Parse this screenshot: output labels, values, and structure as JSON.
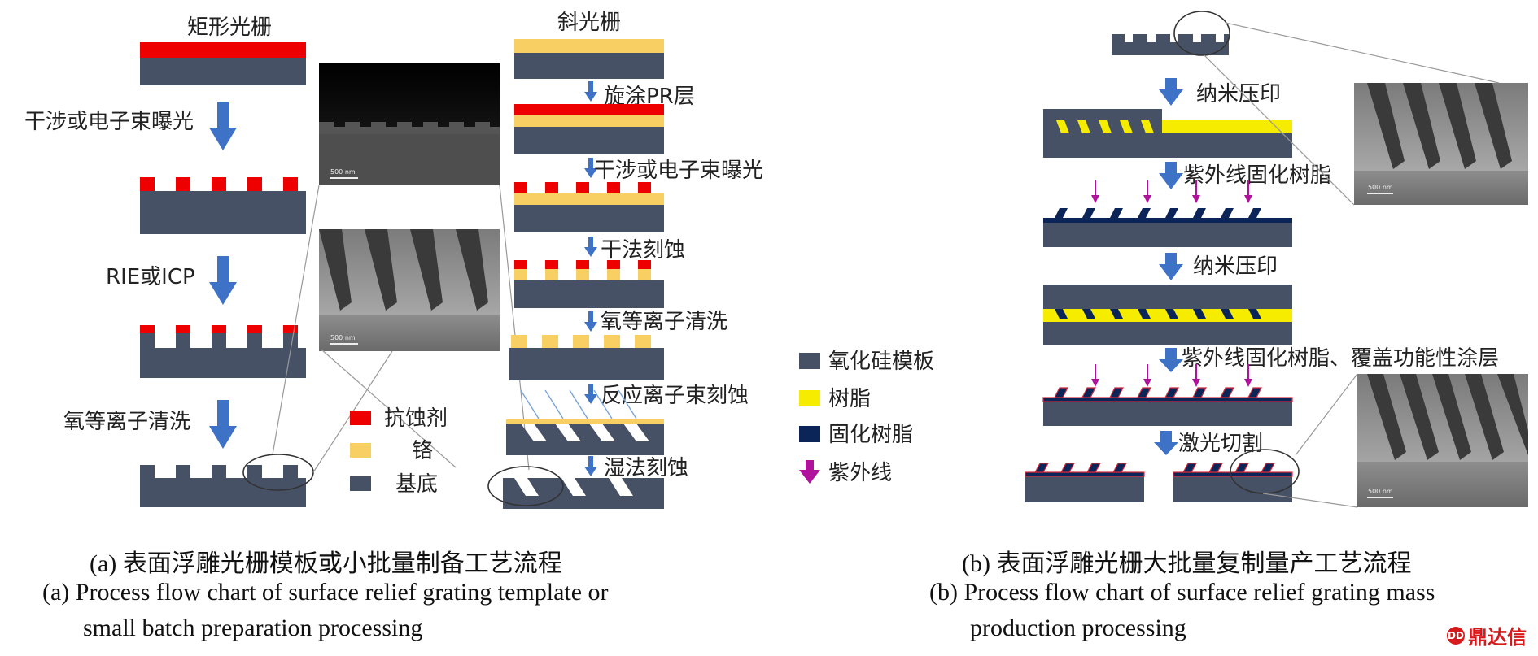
{
  "colors": {
    "substrate": "#465166",
    "resist": "#ee0000",
    "chrome": "#f7cf63",
    "resin": "#f6ec00",
    "cured_resin": "#0b2558",
    "uv": "#b0129b",
    "arrow": "#3d72c7"
  },
  "panel_a": {
    "rect_title": "矩形光栅",
    "slant_title": "斜光栅",
    "steps_rect": [
      "干涉或电子束曝光",
      "RIE或ICP",
      "氧等离子清洗"
    ],
    "steps_slant": [
      "旋涂PR层",
      "干涉或电子束曝光",
      "干法刻蚀",
      "氧等离子清洗",
      "反应离子束刻蚀",
      "湿法刻蚀"
    ],
    "legend": [
      "抗蚀剂",
      "铬",
      "基底"
    ],
    "sem_scale_1": "500 nm",
    "sem_scale_2": "500 nm",
    "caption_cn": "(a) 表面浮雕光栅模板或小批量制备工艺流程",
    "caption_en_1": "(a) Process flow chart of surface relief grating template or",
    "caption_en_2": "small batch preparation processing"
  },
  "panel_b": {
    "steps": [
      "纳米压印",
      "紫外线固化树脂",
      "纳米压印",
      "紫外线固化树脂、覆盖功能性涂层",
      "激光切割"
    ],
    "legend": [
      "氧化硅模板",
      "树脂",
      "固化树脂",
      "紫外线"
    ],
    "sem_scale_1": "500 nm",
    "sem_scale_2": "500 nm",
    "caption_cn": "(b) 表面浮雕光栅大批量复制量产工艺流程",
    "caption_en_1": "(b) Process flow chart of surface relief grating mass",
    "caption_en_2": "production processing"
  },
  "logo": {
    "text": "鼎达信",
    "mark": "DD"
  }
}
